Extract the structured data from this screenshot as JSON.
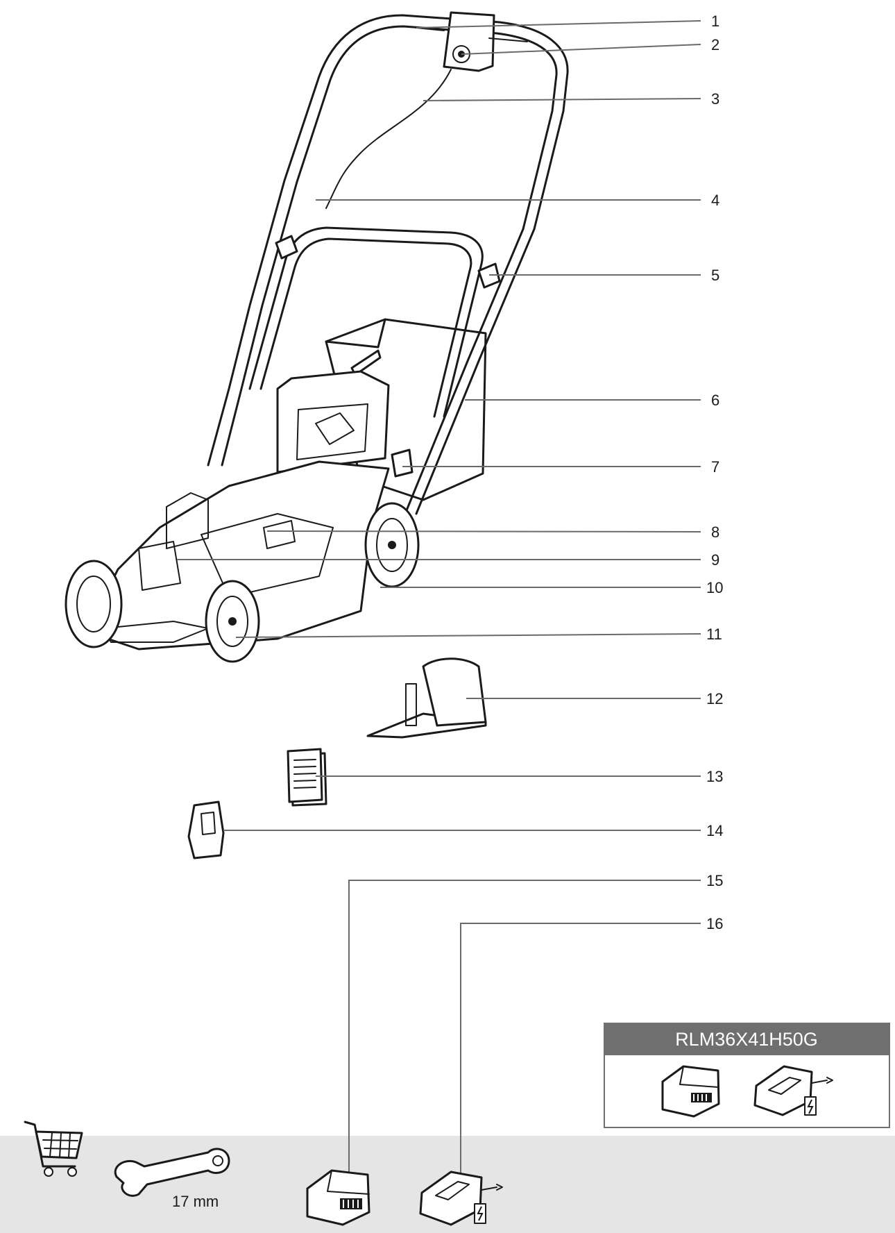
{
  "callouts": [
    "1",
    "2",
    "3",
    "4",
    "5",
    "6",
    "7",
    "8",
    "9",
    "10",
    "11",
    "12",
    "13",
    "14",
    "15",
    "16"
  ],
  "model_box": {
    "title": "RLM36X41H50G"
  },
  "accessories": {
    "wrench_size": "17 mm"
  },
  "colors": {
    "ink": "#1a1a1a",
    "leader": "#6a6a6a",
    "accessory_band": "#e5e5e5",
    "model_header": "#6f6f6f"
  }
}
